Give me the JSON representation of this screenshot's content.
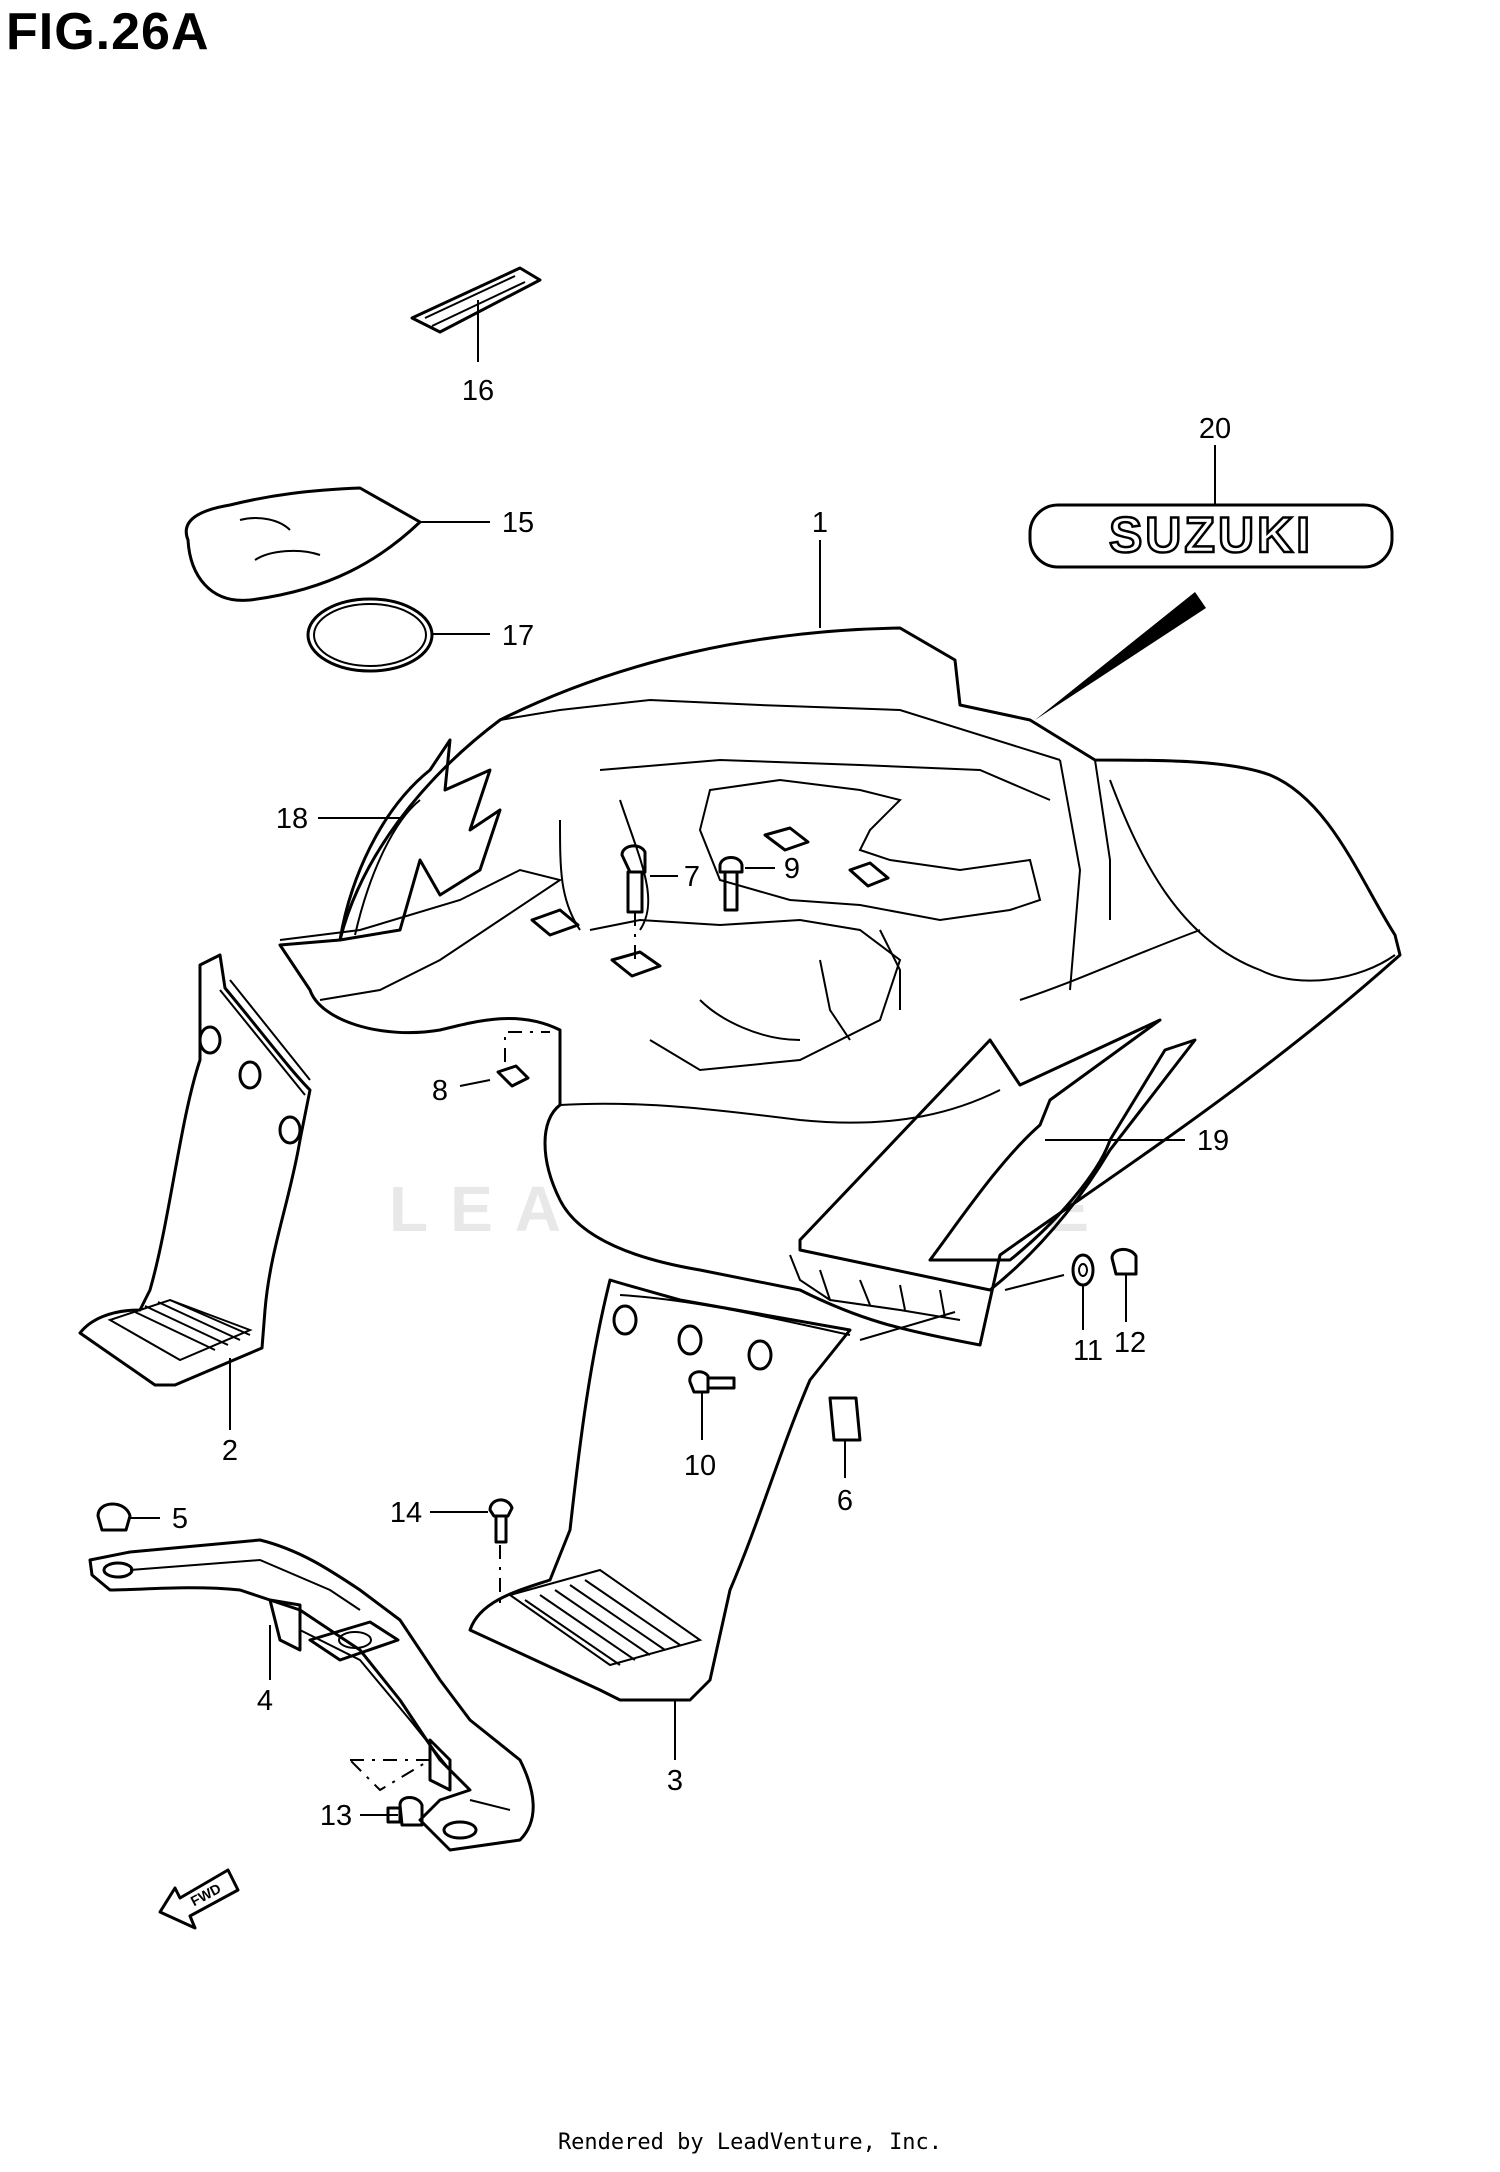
{
  "figure": {
    "title": "FIG.26A"
  },
  "footer": {
    "credit": "Rendered by LeadVenture, Inc."
  },
  "watermark": {
    "text": "LEADVENTURE"
  },
  "emblem": {
    "text": "SUZUKI"
  },
  "direction_badge": {
    "text": "FWD"
  },
  "callouts": [
    {
      "id": "c1",
      "label": "1"
    },
    {
      "id": "c2",
      "label": "2"
    },
    {
      "id": "c3",
      "label": "3"
    },
    {
      "id": "c4",
      "label": "4"
    },
    {
      "id": "c5",
      "label": "5"
    },
    {
      "id": "c6",
      "label": "6"
    },
    {
      "id": "c7",
      "label": "7"
    },
    {
      "id": "c8",
      "label": "8"
    },
    {
      "id": "c9",
      "label": "9"
    },
    {
      "id": "c10",
      "label": "10"
    },
    {
      "id": "c11",
      "label": "11"
    },
    {
      "id": "c12",
      "label": "12"
    },
    {
      "id": "c13",
      "label": "13"
    },
    {
      "id": "c14",
      "label": "14"
    },
    {
      "id": "c15",
      "label": "15"
    },
    {
      "id": "c16",
      "label": "16"
    },
    {
      "id": "c17",
      "label": "17"
    },
    {
      "id": "c18",
      "label": "18"
    },
    {
      "id": "c19",
      "label": "19"
    },
    {
      "id": "c20",
      "label": "20"
    }
  ]
}
